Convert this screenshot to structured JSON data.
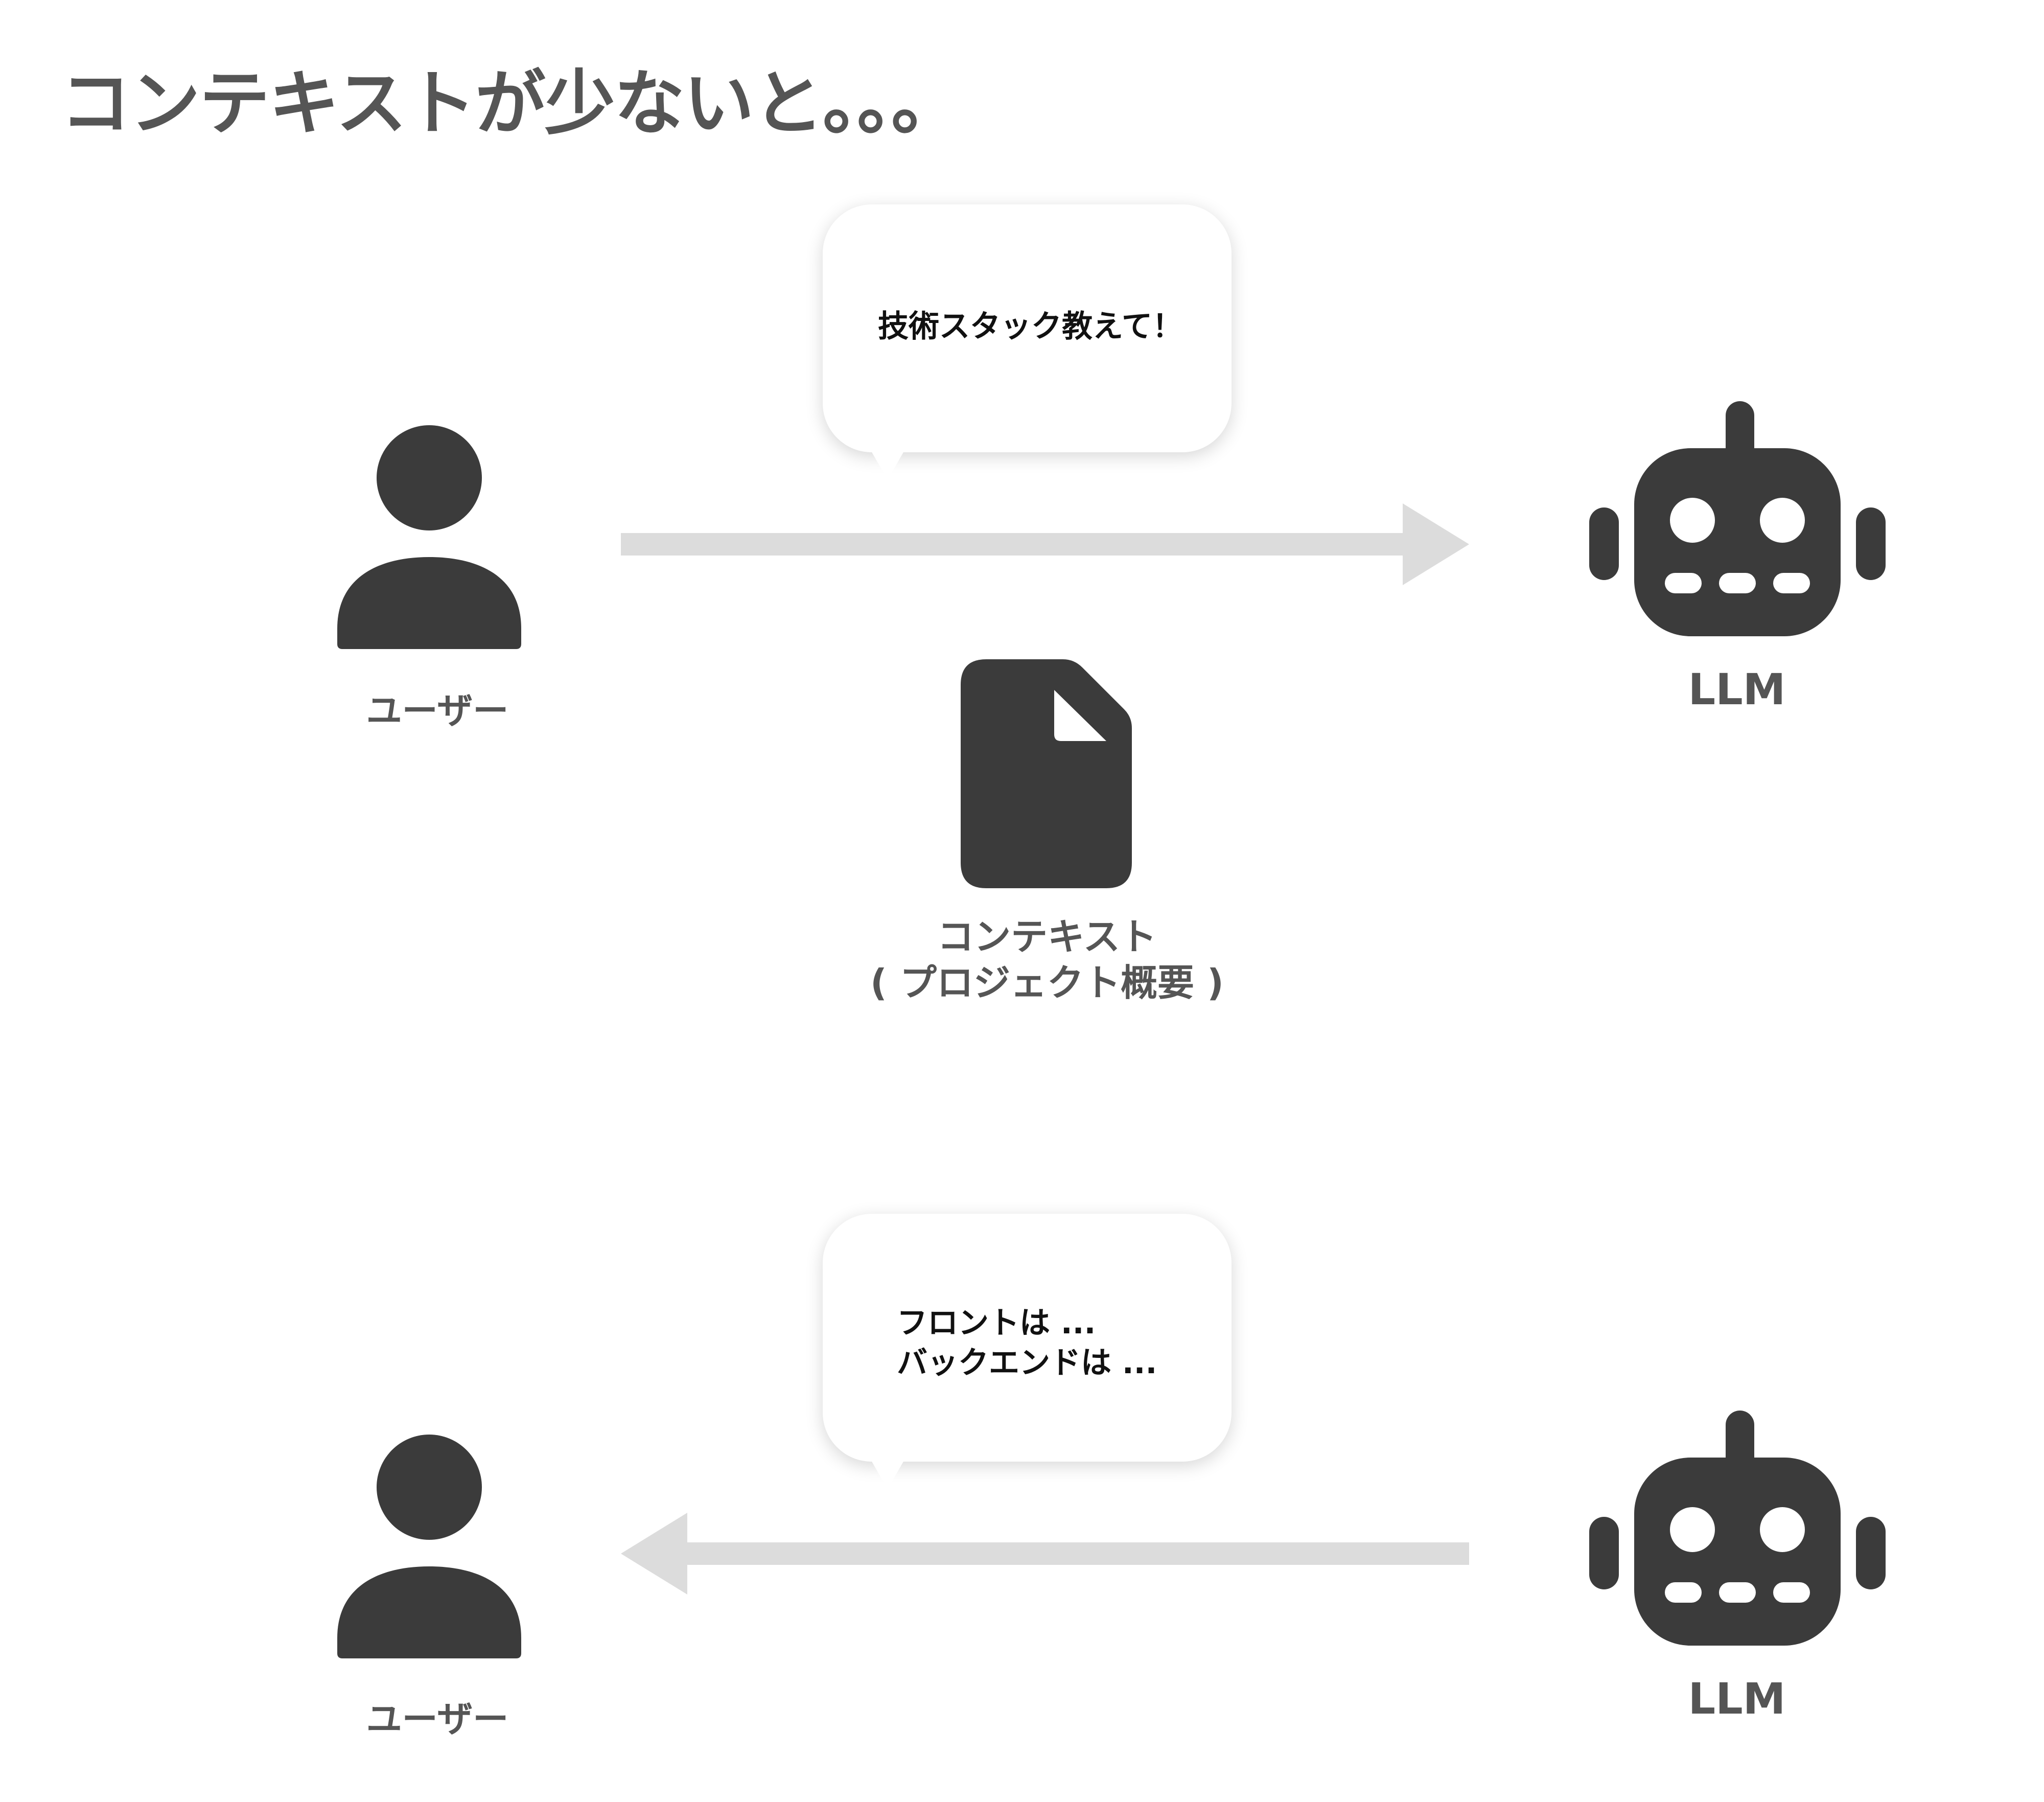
{
  "title": "コンテキストが少ないと。。。",
  "top_row": {
    "user_label": "ユーザー",
    "llm_label": "LLM",
    "bubble_text": "技術スタック教えて！",
    "context_label_line1": "コンテキスト",
    "context_label_line2": "( プロジェクト概要 )"
  },
  "bottom_row": {
    "user_label": "ユーザー",
    "llm_label": "LLM",
    "bubble_line1": "フロントは ...",
    "bubble_line2": "バックエンドは ..."
  },
  "icons": {
    "user": "person-icon",
    "llm": "robot-icon",
    "context": "document-icon"
  },
  "colors": {
    "icon": "#3b3b3b",
    "arrow": "#dcdcdc",
    "label": "#555555"
  }
}
